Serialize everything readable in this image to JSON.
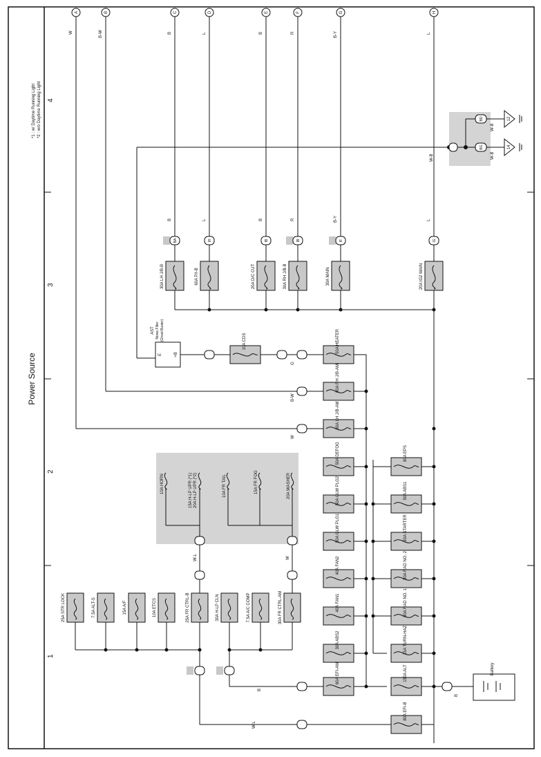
{
  "page_title": "Power Source",
  "footnotes": [
    "*1 : w/ Daytime Running Light",
    "*2 : w/o Daytime Running Light"
  ],
  "grid_numbers": [
    "1",
    "2",
    "3",
    "4"
  ],
  "terminals": [
    "A",
    "B",
    "C",
    "D",
    "E",
    "F",
    "G",
    "H"
  ],
  "terminal_wire_colors": [
    "W",
    "B-W",
    "B",
    "L",
    "B",
    "R",
    "B-Y",
    "L"
  ],
  "right_fuses": [
    "30A LH J/B-B",
    "60A P/I-B",
    "20A D/C CUT",
    "30A RH J/B-B",
    "30A MAIN",
    "20A IG2 MAIN"
  ],
  "right_wire_colors": [
    "B",
    "L",
    "B",
    "R",
    "B-Y",
    "L"
  ],
  "right_connectors": [
    "BA",
    "IH",
    "IB",
    "IB",
    "IF",
    "IG"
  ],
  "relay_pins": [
    "12",
    "14"
  ],
  "relay_wire_colors": [
    "W-B",
    "W-B"
  ],
  "relay_connectors": [
    "BD",
    "BG"
  ],
  "ground_wire": "W-B",
  "ast_label": "AST",
  "ast_sub": [
    "Noise Filter",
    "(Ghost Buster)"
  ],
  "ast_pins": [
    "E",
    "+B"
  ],
  "cds_label": "10A CDS",
  "middle_fuses": [
    "50A HEATER",
    "80A RH J/B-AM",
    "80A LH J/B-AM"
  ],
  "middle_wire_colors": [
    "G",
    "B-W",
    "W"
  ],
  "relay_box_fuses": [
    "10A HORN",
    "15A H-LP UPR (*1)",
    "20A H-LP UPR (*2)",
    "10A FR TAIL",
    "15A FR FOG",
    "20A WASHER"
  ],
  "relay_box_wires": [
    "W-L",
    "W"
  ],
  "upper_row_fuses": [
    "50A DEFOG",
    "50A GLW PLG2",
    "50A GLW PLG1",
    "40A FAN2",
    "40A FAN1",
    "30A ABS2",
    "60A EFI-AM"
  ],
  "lower_row_fuses": [
    "80A EPS",
    "50A ABS1",
    "30A STARTER",
    "30A RAD NO. 2",
    "30A RAD NO. 1",
    "15A TURN-HAZ",
    "150A ALT",
    "80A EFI-B"
  ],
  "left_fuses": [
    "25A STR LOCK",
    "7.5A ALT-S",
    "15A A/F",
    "10A ETCS",
    "25A FR CTRL-B",
    "30A H-LP CLN",
    "7.5A A/C COMP",
    "30A FR CTRL-AM"
  ],
  "left_wire_colors": [
    "W-L",
    "B"
  ],
  "battery_label": "Battery",
  "battery_wire": "B"
}
